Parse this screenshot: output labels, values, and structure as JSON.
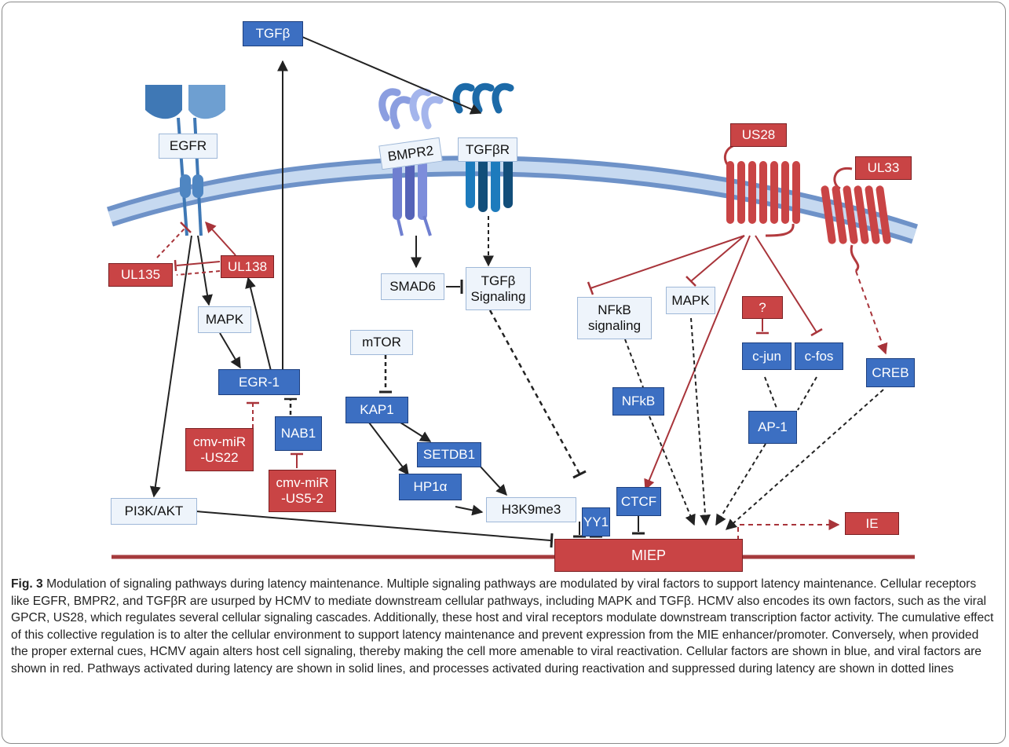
{
  "nodes": {
    "tgfb": "TGFβ",
    "egfr": "EGFR",
    "bmpr2": "BMPR2",
    "tgfbr": "TGFβR",
    "us28": "US28",
    "ul33": "UL33",
    "ul135": "UL135",
    "ul138": "UL138",
    "mapk_left": "MAPK",
    "egr1": "EGR-1",
    "smad6": "SMAD6",
    "tgfb_signaling": "TGFβ\nSignaling",
    "mtor": "mTOR",
    "kap1": "KAP1",
    "setdb1": "SETDB1",
    "hp1a": "HP1α",
    "h3k9me3": "H3K9me3",
    "nab1": "NAB1",
    "mir_us22": "cmv-miR\n-US22",
    "mir_us5_2": "cmv-miR\n-US5-2",
    "pi3k_akt": "PI3K/AKT",
    "nfkb_signaling": "NFkB\nsignaling",
    "mapk_right": "MAPK",
    "question": "?",
    "cjun": "c-jun",
    "cfos": "c-fos",
    "creb": "CREB",
    "nfkb": "NFkB",
    "ap1": "AP-1",
    "yy1": "YY1",
    "ctcf": "CTCF",
    "ie": "IE",
    "miep": "MIEP"
  },
  "caption": {
    "label": "Fig. 3",
    "text": "Modulation of signaling pathways during latency maintenance. Multiple signaling pathways are modulated by viral factors to support latency maintenance. Cellular receptors like EGFR, BMPR2, and TGFβR are usurped by HCMV to mediate downstream cellular pathways, including MAPK and TGFβ. HCMV also encodes its own factors, such as the viral GPCR, US28, which regulates several cellular signaling cascades. Additionally, these host and viral receptors modulate downstream transcription factor activity. The cumulative effect of this collective regulation is to alter the cellular environment to support latency maintenance and prevent expression from the MIE enhancer/promoter. Conversely, when provided the proper external cues, HCMV again alters host cell signaling, thereby making the cell more amenable to viral reactivation. Cellular factors are shown in blue, and viral factors are shown in red. Pathways activated during latency are shown in solid lines, and processes activated during reactivation and suppressed during latency are shown in dotted lines"
  },
  "colors": {
    "cellular": "#3c6fc2",
    "viral": "#c94445",
    "membrane": "#a9c4e6",
    "dna": "#a53a3c"
  }
}
